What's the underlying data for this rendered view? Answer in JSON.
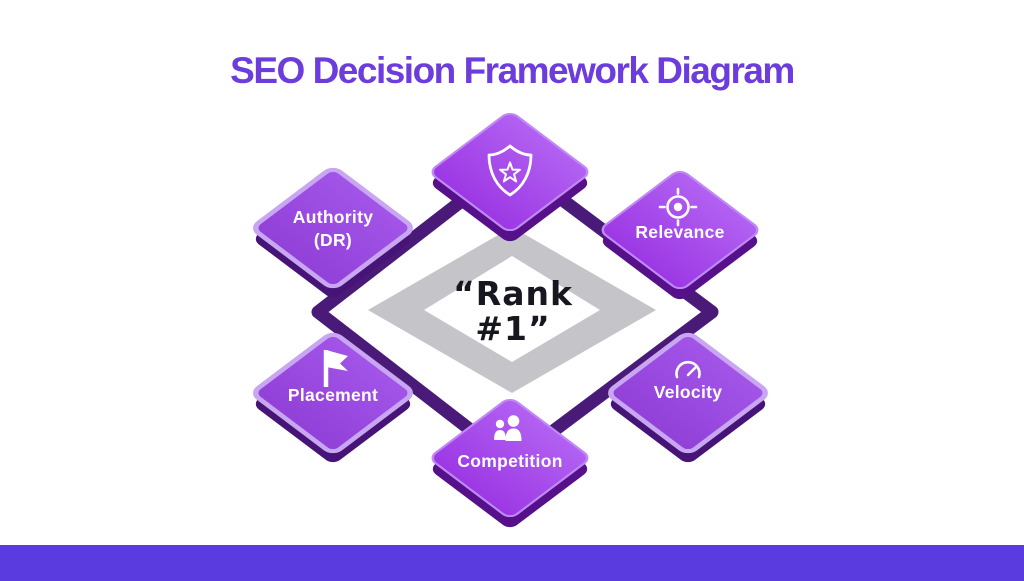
{
  "title": "SEO Decision Framework Diagram",
  "center": {
    "line1": "“Rank",
    "line2": "#1”"
  },
  "nodes": {
    "quality": {
      "icon": "shield-star-icon",
      "label": ""
    },
    "authority": {
      "label_line1": "Authority",
      "label_line2": "(DR)"
    },
    "relevance": {
      "icon": "target-icon",
      "label": "Relevance"
    },
    "placement": {
      "icon": "flag-icon",
      "label": "Placement"
    },
    "velocity": {
      "icon": "speedometer-icon",
      "label": "Velocity"
    },
    "competition": {
      "icon": "people-icon",
      "label": "Competition"
    }
  },
  "colors": {
    "title_text": "#6c3ddc",
    "footer_bar": "#5a3be0",
    "connector": "#4a1a78",
    "node_fill_vivid_top": "#b261f2",
    "node_fill_vivid_bottom": "#9c38e4",
    "node_fill_soft_top": "#a355e8",
    "node_fill_soft_bottom": "#9140d8",
    "node_border_light": "#c9a6f2",
    "node_border_thin": "#c089f5",
    "node_depth_vivid": "#55108a",
    "node_depth_soft": "#461377",
    "ring_gray": "#c5c5c9",
    "rank_text": "#17171f",
    "icon_white": "#ffffff"
  }
}
